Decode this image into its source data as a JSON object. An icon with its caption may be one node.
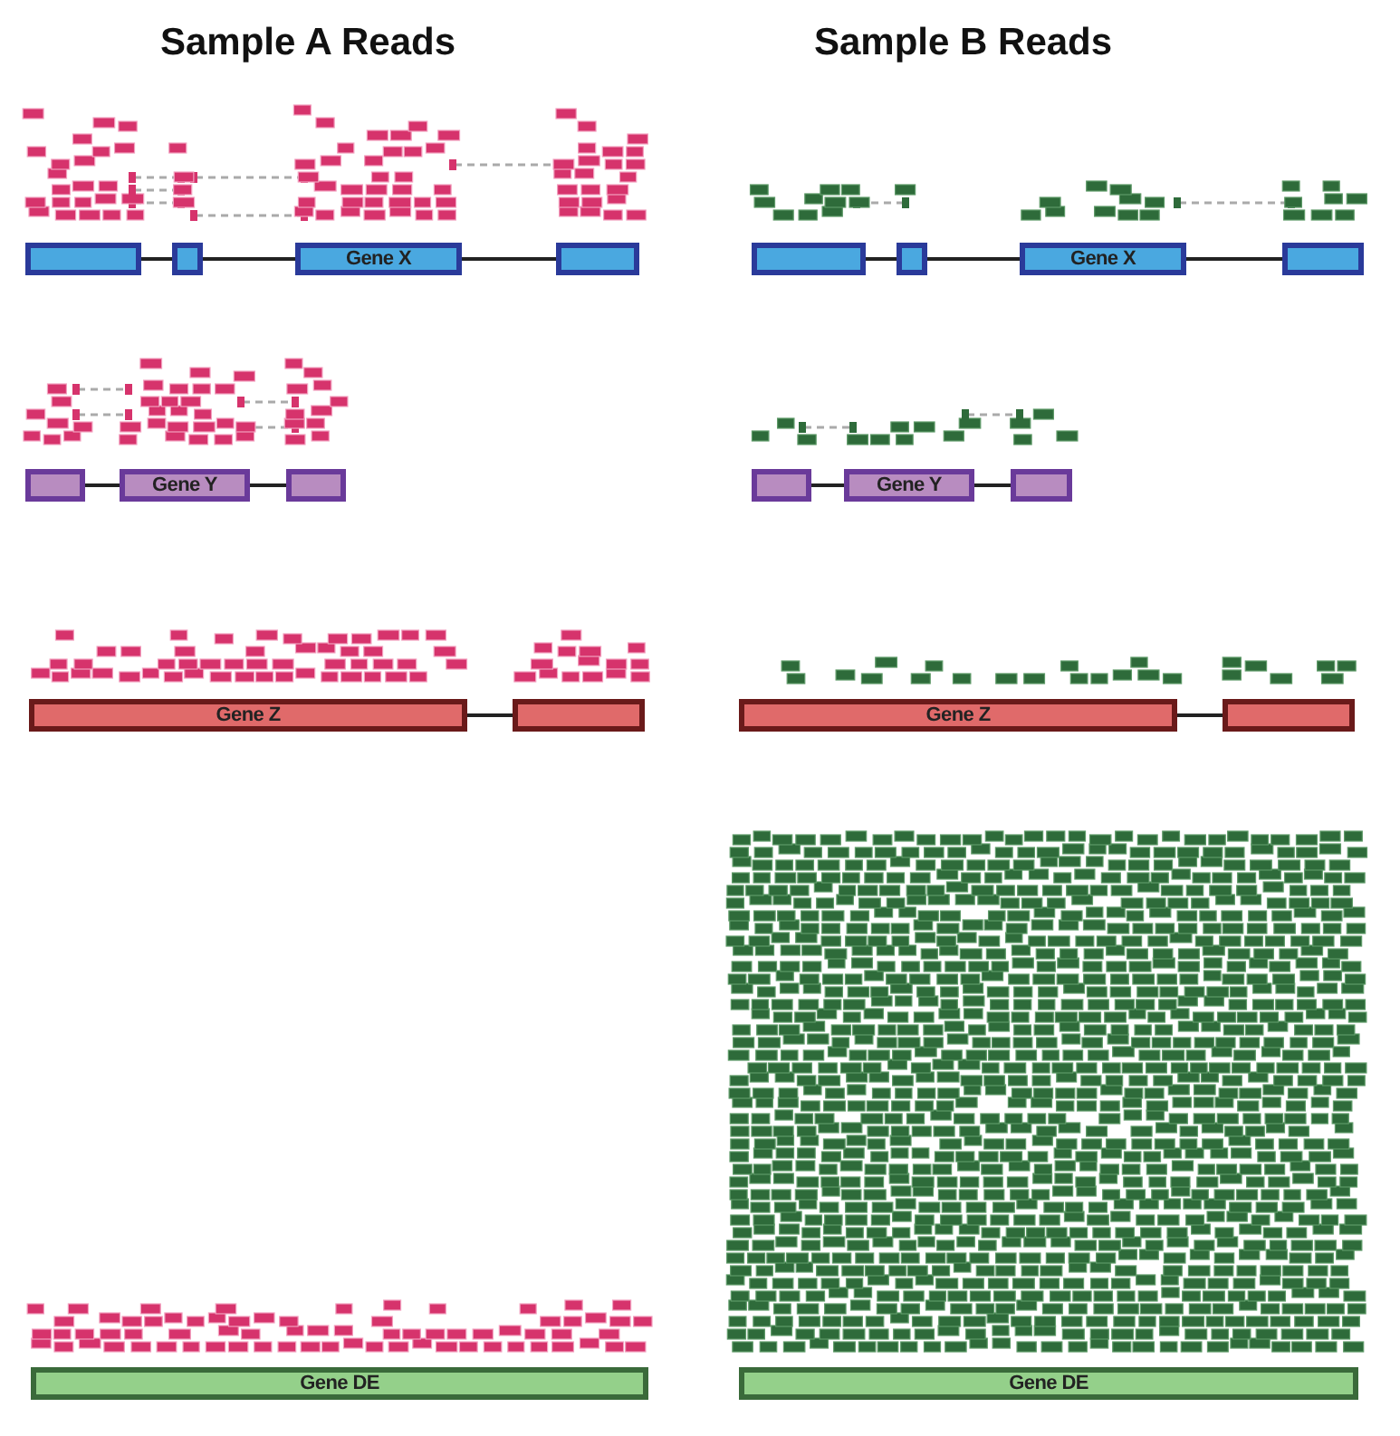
{
  "diagram": {
    "nodes": [
      {
        "text": [],
        "shape": "box"
      },
      {
        "text": [],
        "shape": "box"
      },
      {
        "text": [
          "Gene X"
        ]
      },
      {
        "text": [],
        "shape": "box"
      },
      {
        "text": [],
        "shape": "box"
      },
      {
        "text": [],
        "shape": "box"
      },
      {
        "text": [
          "Gene X"
        ]
      },
      {
        "text": [],
        "shape": "box"
      },
      {
        "text": [],
        "shape": "box"
      },
      {
        "text": [
          "Gene Y"
        ]
      },
      {
        "text": [],
        "shape": "box"
      },
      {
        "text": [],
        "shape": "box"
      },
      {
        "text": [
          "Gene Y"
        ]
      },
      {
        "text": [],
        "shape": "box"
      },
      {
        "text": [
          "Gene Z"
        ]
      },
      {
        "text": [],
        "shape": "box"
      },
      {
        "text": [
          "Gene Z"
        ]
      },
      {
        "text": [],
        "shape": "box"
      },
      {
        "text": [
          "Gene DE"
        ]
      },
      {
        "text": [
          "Gene DE"
        ]
      }
    ],
    "edges": [
      {
        "from": 0,
        "to": 1,
        "arrow": "none"
      },
      {
        "from": 1,
        "to": 2,
        "arrow": "none"
      },
      {
        "from": 2,
        "to": 3,
        "arrow": "none"
      },
      {
        "from": 4,
        "to": 5,
        "arrow": "none"
      },
      {
        "from": 5,
        "to": 6,
        "arrow": "none"
      },
      {
        "from": 6,
        "to": 7,
        "arrow": "none"
      },
      {
        "from": 8,
        "to": 9,
        "arrow": "none"
      },
      {
        "from": 9,
        "to": 10,
        "arrow": "none"
      },
      {
        "from": 11,
        "to": 12,
        "arrow": "none"
      },
      {
        "from": 12,
        "to": 13,
        "arrow": "none"
      },
      {
        "from": 14,
        "to": 15,
        "arrow": "none"
      },
      {
        "from": 16,
        "to": 17,
        "arrow": "none"
      }
    ],
    "labels": [
      "Sample A Reads",
      "Sample B Reads"
    ]
  }
}
